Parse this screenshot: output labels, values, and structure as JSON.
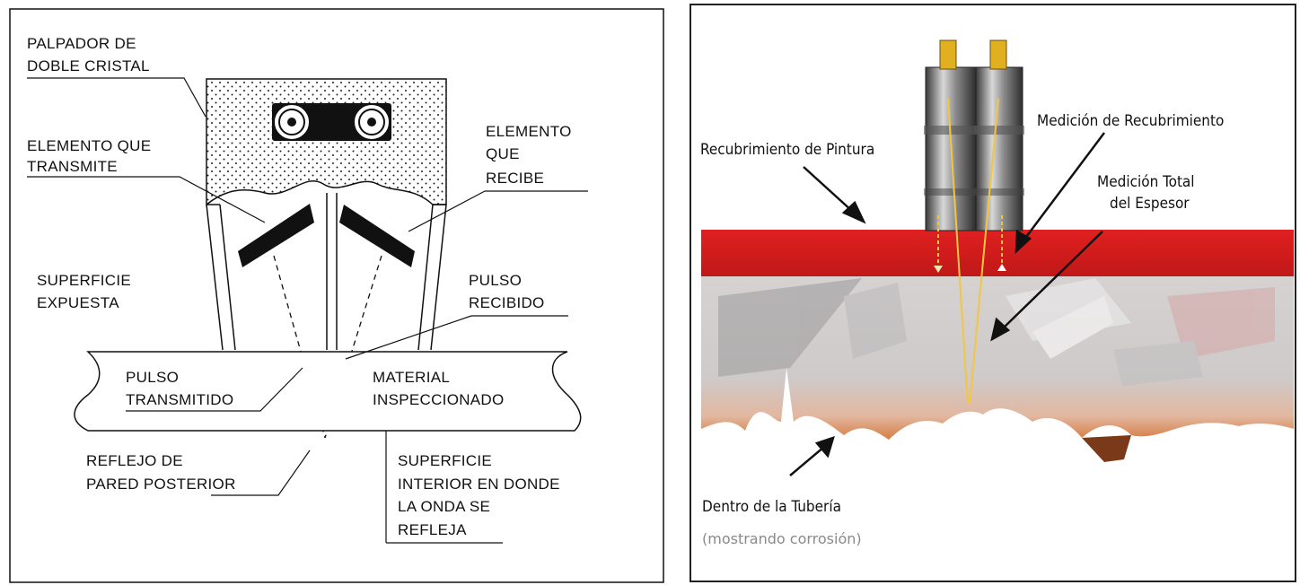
{
  "left_panel": {
    "labels": {
      "probe_l1": "PALPADOR DE",
      "probe_l2": "DOBLE CRISTAL",
      "transmit_l1": "ELEMENTO QUE",
      "transmit_l2": "TRANSMITE",
      "receive_l1": "ELEMENTO",
      "receive_l2": "QUE",
      "receive_l3": "RECIBE",
      "surface_l1": "SUPERFICIE",
      "surface_l2": "EXPUESTA",
      "received_l1": "PULSO",
      "received_l2": "RECIBIDO",
      "transmitted_l1": "PULSO",
      "transmitted_l2": "TRANSMITIDO",
      "material_l1": "MATERIAL",
      "material_l2": "INSPECCIONADO",
      "backwall_l1": "REFLEJO DE",
      "backwall_l2": "PARED POSTERIOR",
      "inner_l1": "SUPERFICIE",
      "inner_l2": "INTERIOR EN DONDE",
      "inner_l3": "LA ONDA SE",
      "inner_l4": "REFLEJA"
    }
  },
  "right_panel": {
    "labels": {
      "paint": "Recubrimiento de Pintura",
      "coating_measure": "Medición de Recubrimiento",
      "total_l1": "Medición Total",
      "total_l2": "del Espesor",
      "inside_pipe": "Dentro de la Tubería",
      "corrosion_note": "(mostrando corrosión)"
    },
    "colors": {
      "paint_layer": "#d81e1e",
      "metal_light": "#d9d9d9",
      "corrosion": "#c8502a",
      "probe_tip": "#e0b020"
    }
  }
}
